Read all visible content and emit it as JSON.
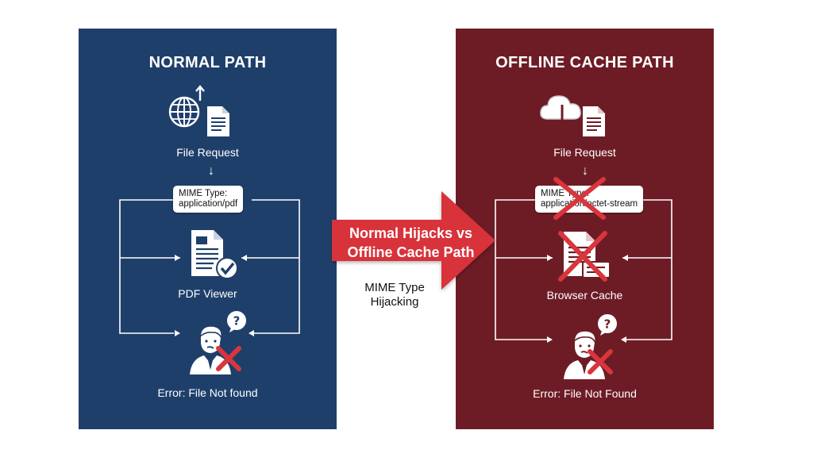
{
  "left_panel": {
    "title": "NORMAL PATH",
    "request_label": "File Request",
    "mime_line1": "MIME Type:",
    "mime_line2": "application/pdf",
    "viewer_label": "PDF Viewer",
    "error_label": "Error: File Not found"
  },
  "right_panel": {
    "title": "OFFLINE CACHE PATH",
    "request_label": "File Request",
    "mime_line1": "MIME Type:",
    "mime_line2": "application/octet-stream",
    "cache_label": "Browser Cache",
    "error_label": "Error: File Not Found"
  },
  "center": {
    "banner_line1": "Normal Hijacks vs",
    "banner_line2": "Offline Cache Path",
    "caption_line1": "MIME Type",
    "caption_line2": "Hijacking"
  },
  "colors": {
    "left_panel_bg": "#1f3f6b",
    "right_panel_bg": "#6d1c25",
    "banner_red": "#d8313a",
    "cross_red": "#d9353c"
  },
  "icons": {
    "left_request": [
      "globe-icon",
      "upload-arrow-icon",
      "document-icon"
    ],
    "right_request": [
      "cloud-download-icon",
      "document-icon"
    ],
    "viewer": "pdf-document-check-icon",
    "cache": "cache-document-icon",
    "user": "confused-user-icon",
    "question": "question-bubble-icon",
    "cross": "red-x-icon"
  }
}
